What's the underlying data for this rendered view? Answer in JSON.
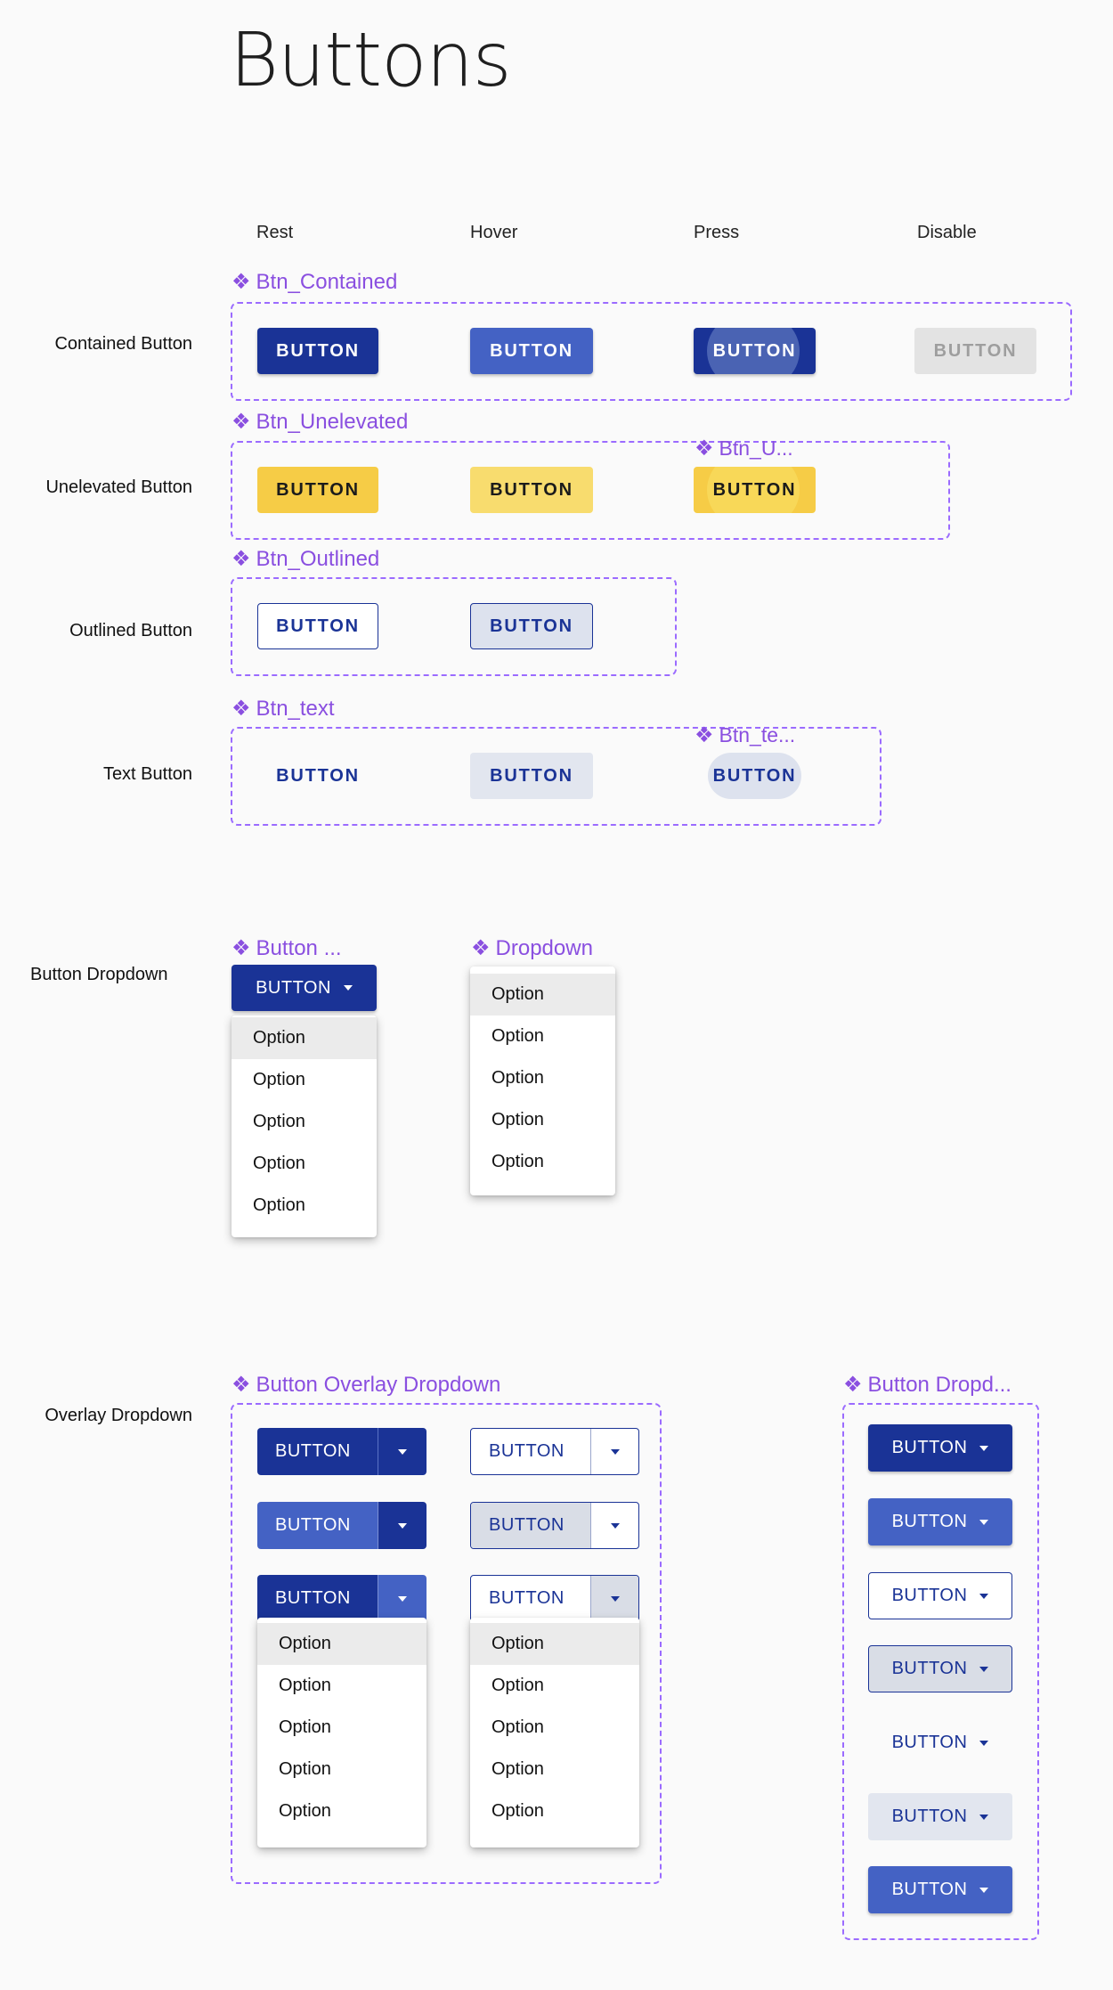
{
  "page_title": "Buttons",
  "columns": {
    "rest": "Rest",
    "hover": "Hover",
    "press": "Press",
    "disable": "Disable"
  },
  "rows": {
    "contained": "Contained Button",
    "unelevated": "Unelevated Button",
    "outlined": "Outlined Button",
    "text": "Text Button",
    "button_dropdown": "Button Dropdown",
    "overlay_dropdown": "Overlay Dropdown"
  },
  "components": {
    "btn_contained": "Btn_Contained",
    "btn_unelevated": "Btn_Unelevated",
    "btn_unelevated_press": "Btn_U...",
    "btn_outlined": "Btn_Outlined",
    "btn_text": "Btn_text",
    "btn_text_press": "Btn_te...",
    "button_dropdown_short": "Button ...",
    "dropdown": "Dropdown",
    "button_overlay_dropdown": "Button Overlay Dropdown",
    "button_dropdown_variants": "Button Dropd..."
  },
  "diamond": "❖",
  "button_label": "BUTTON",
  "option_label": "Option",
  "colors": {
    "primary": "#1a3396",
    "primary_hover": "#4462c4",
    "secondary": "#f6cc46",
    "component_label": "#8a4fe0",
    "disabled_bg": "#e3e3e3"
  },
  "icons": {
    "diamond": "component-diamond-icon",
    "caret": "caret-down-icon"
  }
}
